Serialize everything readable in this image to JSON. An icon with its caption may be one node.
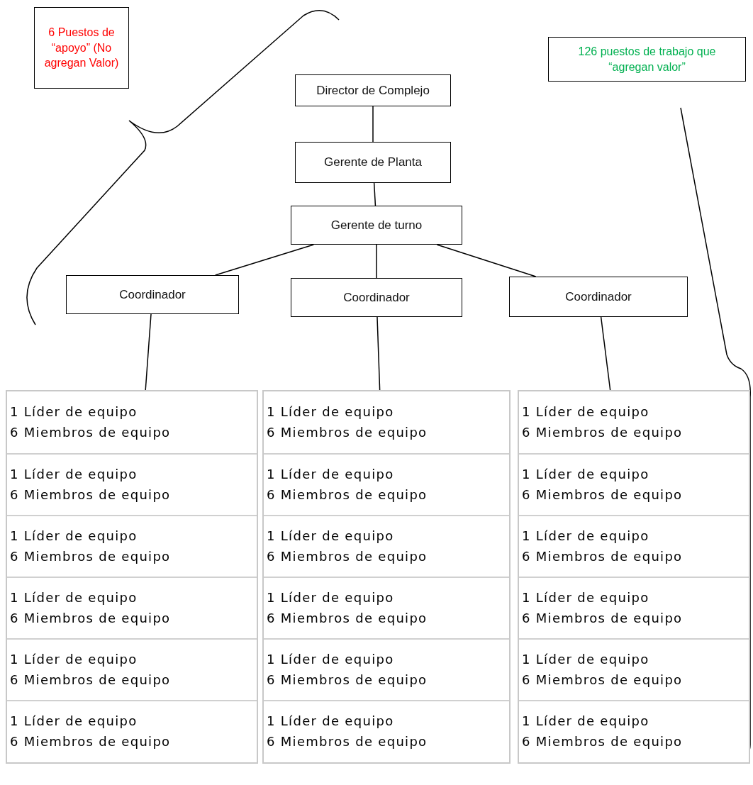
{
  "diagram": {
    "nodes": [
      {
        "text": [
          "6 Puestos de “apoyo” (No agregan Valor)"
        ]
      },
      {
        "text": [
          "126 puestos de trabajo que “agregan valor”"
        ]
      },
      {
        "text": [
          "Director de Complejo"
        ]
      },
      {
        "text": [
          "Gerente de Planta"
        ]
      },
      {
        "text": [
          "Gerente de turno"
        ]
      },
      {
        "text": [
          "Coordinador"
        ]
      },
      {
        "text": [
          "Coordinador"
        ]
      },
      {
        "text": [
          "Coordinador"
        ]
      },
      {
        "text": [],
        "shape": "box"
      },
      {
        "text": [
          "1 Líder de equipo",
          "6 Miembros de equipo"
        ],
        "in": 8
      },
      {
        "text": [
          "1 Líder de equipo",
          "6 Miembros de equipo"
        ],
        "in": 8
      },
      {
        "text": [
          "1 Líder de equipo",
          "6 Miembros de equipo"
        ],
        "in": 8
      },
      {
        "text": [
          "1 Líder de equipo",
          "6 Miembros de equipo"
        ],
        "in": 8
      },
      {
        "text": [
          "1 Líder de equipo",
          "6 Miembros de equipo"
        ],
        "in": 8
      },
      {
        "text": [
          "1 Líder de equipo",
          "6 Miembros de equipo"
        ],
        "in": 8
      },
      {
        "text": [],
        "shape": "box"
      },
      {
        "text": [
          "1 Líder de equipo",
          "6 Miembros de equipo"
        ],
        "in": 15
      },
      {
        "text": [
          "1 Líder de equipo",
          "6 Miembros de equipo"
        ],
        "in": 15
      },
      {
        "text": [
          "1 Líder de equipo",
          "6 Miembros de equipo"
        ],
        "in": 15
      },
      {
        "text": [
          "1 Líder de equipo",
          "6 Miembros de equipo"
        ],
        "in": 15
      },
      {
        "text": [
          "1 Líder de equipo",
          "6 Miembros de equipo"
        ],
        "in": 15
      },
      {
        "text": [
          "1 Líder de equipo",
          "6 Miembros de equipo"
        ],
        "in": 15
      },
      {
        "text": [],
        "shape": "box"
      },
      {
        "text": [
          "1 Líder de equipo",
          "6 Miembros de equipo"
        ],
        "in": 22
      },
      {
        "text": [
          "1 Líder de equipo",
          "6 Miembros de equipo"
        ],
        "in": 22
      },
      {
        "text": [
          "1 Líder de equipo",
          "6 Miembros de equipo"
        ],
        "in": 22
      },
      {
        "text": [
          "1 Líder de equipo",
          "6 Miembros de equipo"
        ],
        "in": 22
      },
      {
        "text": [
          "1 Líder de equipo",
          "6 Miembros de equipo"
        ],
        "in": 22
      },
      {
        "text": [
          "1 Líder de equipo",
          "6 Miembros de equipo"
        ],
        "in": 22
      }
    ],
    "edges": [
      {
        "from": 2,
        "to": 3,
        "arrow": "none"
      },
      {
        "from": 3,
        "to": 4,
        "arrow": "none"
      },
      {
        "from": 4,
        "to": 5,
        "arrow": "none"
      },
      {
        "from": 4,
        "to": 6,
        "arrow": "none"
      },
      {
        "from": 4,
        "to": 7,
        "arrow": "none"
      },
      {
        "from": 5,
        "to": 8,
        "arrow": "none"
      },
      {
        "from": 6,
        "to": 15,
        "arrow": "none"
      },
      {
        "from": 7,
        "to": 22,
        "arrow": "none"
      }
    ]
  }
}
